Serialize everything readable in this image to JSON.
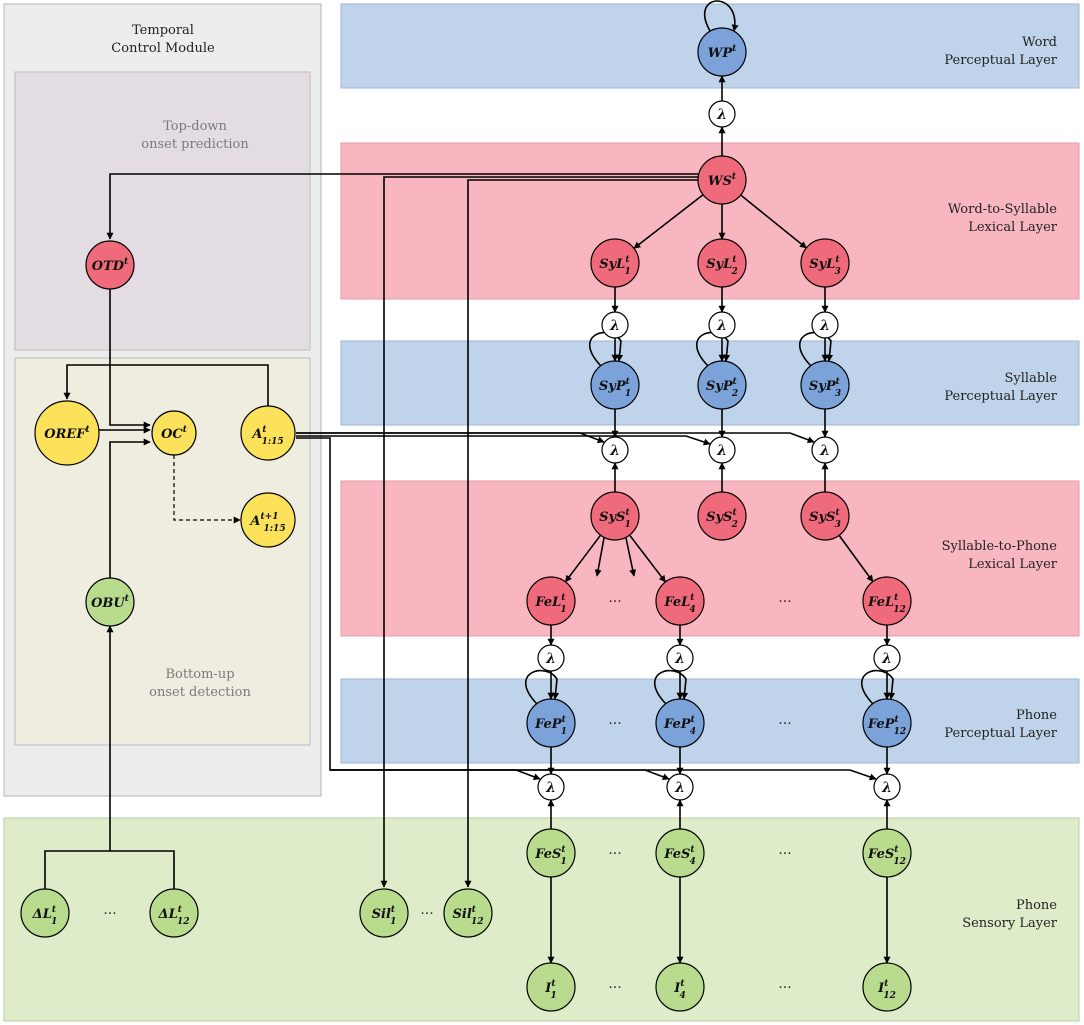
{
  "colors": {
    "blue_band": "#bfd3ea",
    "red_band": "#f8b7c0",
    "green_band": "#dfecc9",
    "module_bg": "#ededed",
    "topdown_bg": "#e3dde3",
    "bottomup_bg": "#efece0",
    "node_blue": "#7ba2d9",
    "node_red": "#ef6b7b",
    "node_yellow": "#fce15a",
    "node_green": "#b9db8e",
    "node_white": "#ffffff"
  },
  "temporal_module": {
    "title_line1": "Temporal",
    "title_line2": "Control Module",
    "topdown_line1": "Top-down",
    "topdown_line2": "onset prediction",
    "bottomup_line1": "Bottom-up",
    "bottomup_line2": "onset detection"
  },
  "layers": {
    "word_perceptual": {
      "line1": "Word",
      "line2": "Perceptual Layer"
    },
    "word_to_syllable": {
      "line1": "Word-to-Syllable",
      "line2": "Lexical Layer"
    },
    "syllable_perceptual": {
      "line1": "Syllable",
      "line2": "Perceptual Layer"
    },
    "syllable_to_phone": {
      "line1": "Syllable-to-Phone",
      "line2": "Lexical Layer"
    },
    "phone_perceptual": {
      "line1": "Phone",
      "line2": "Perceptual Layer"
    },
    "phone_sensory": {
      "line1": "Phone",
      "line2": "Sensory Layer"
    }
  },
  "nodes": {
    "WP": {
      "base": "WP",
      "sup": "t",
      "sub": ""
    },
    "WS": {
      "base": "WS",
      "sup": "t",
      "sub": ""
    },
    "SyL1": {
      "base": "SyL",
      "sup": "t",
      "sub": "1"
    },
    "SyL2": {
      "base": "SyL",
      "sup": "t",
      "sub": "2"
    },
    "SyL3": {
      "base": "SyL",
      "sup": "t",
      "sub": "3"
    },
    "SyP1": {
      "base": "SyP",
      "sup": "t",
      "sub": "1"
    },
    "SyP2": {
      "base": "SyP",
      "sup": "t",
      "sub": "2"
    },
    "SyP3": {
      "base": "SyP",
      "sup": "t",
      "sub": "3"
    },
    "SyS1": {
      "base": "SyS",
      "sup": "t",
      "sub": "1"
    },
    "SyS2": {
      "base": "SyS",
      "sup": "t",
      "sub": "2"
    },
    "SyS3": {
      "base": "SyS",
      "sup": "t",
      "sub": "3"
    },
    "FeL1": {
      "base": "FeL",
      "sup": "t",
      "sub": "1"
    },
    "FeL4": {
      "base": "FeL",
      "sup": "t",
      "sub": "4"
    },
    "FeL12": {
      "base": "FeL",
      "sup": "t",
      "sub": "12"
    },
    "FeP1": {
      "base": "FeP",
      "sup": "t",
      "sub": "1"
    },
    "FeP4": {
      "base": "FeP",
      "sup": "t",
      "sub": "4"
    },
    "FeP12": {
      "base": "FeP",
      "sup": "t",
      "sub": "12"
    },
    "FeS1": {
      "base": "FeS",
      "sup": "t",
      "sub": "1"
    },
    "FeS4": {
      "base": "FeS",
      "sup": "t",
      "sub": "4"
    },
    "FeS12": {
      "base": "FeS",
      "sup": "t",
      "sub": "12"
    },
    "I1": {
      "base": "I",
      "sup": "t",
      "sub": "1"
    },
    "I4": {
      "base": "I",
      "sup": "t",
      "sub": "4"
    },
    "I12": {
      "base": "I",
      "sup": "t",
      "sub": "12"
    },
    "OTD": {
      "base": "OTD",
      "sup": "t",
      "sub": ""
    },
    "OREF": {
      "base": "OREF",
      "sup": "t",
      "sub": ""
    },
    "OC": {
      "base": "OC",
      "sup": "t",
      "sub": ""
    },
    "A": {
      "base": "A",
      "sup": "t",
      "sub": "1:15"
    },
    "Anext": {
      "base": "A",
      "sup": "t+1",
      "sub": "1:15"
    },
    "OBU": {
      "base": "OBU",
      "sup": "t",
      "sub": ""
    },
    "DL1": {
      "base": "ΔL",
      "sup": "t",
      "sub": "1"
    },
    "DL12": {
      "base": "ΔL",
      "sup": "t",
      "sub": "12"
    },
    "Sil1": {
      "base": "Sil",
      "sup": "t",
      "sub": "1"
    },
    "Sil12": {
      "base": "Sil",
      "sup": "t",
      "sub": "12"
    }
  },
  "lambda_label": "λ",
  "ellipsis": "···"
}
